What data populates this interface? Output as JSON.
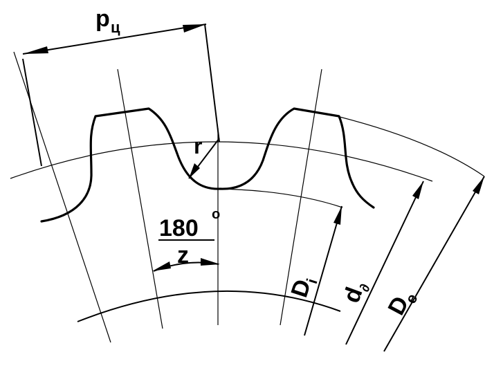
{
  "labels": {
    "pitch_main": "p",
    "pitch_sub": "ц",
    "radius": "r",
    "angle_numerator": "180",
    "angle_degree": "o",
    "angle_denominator": "z",
    "di_main": "D",
    "di_sub": "i",
    "dd_main": "d",
    "dd_sub": "∂",
    "de_main": "D",
    "de_sub": "e"
  }
}
